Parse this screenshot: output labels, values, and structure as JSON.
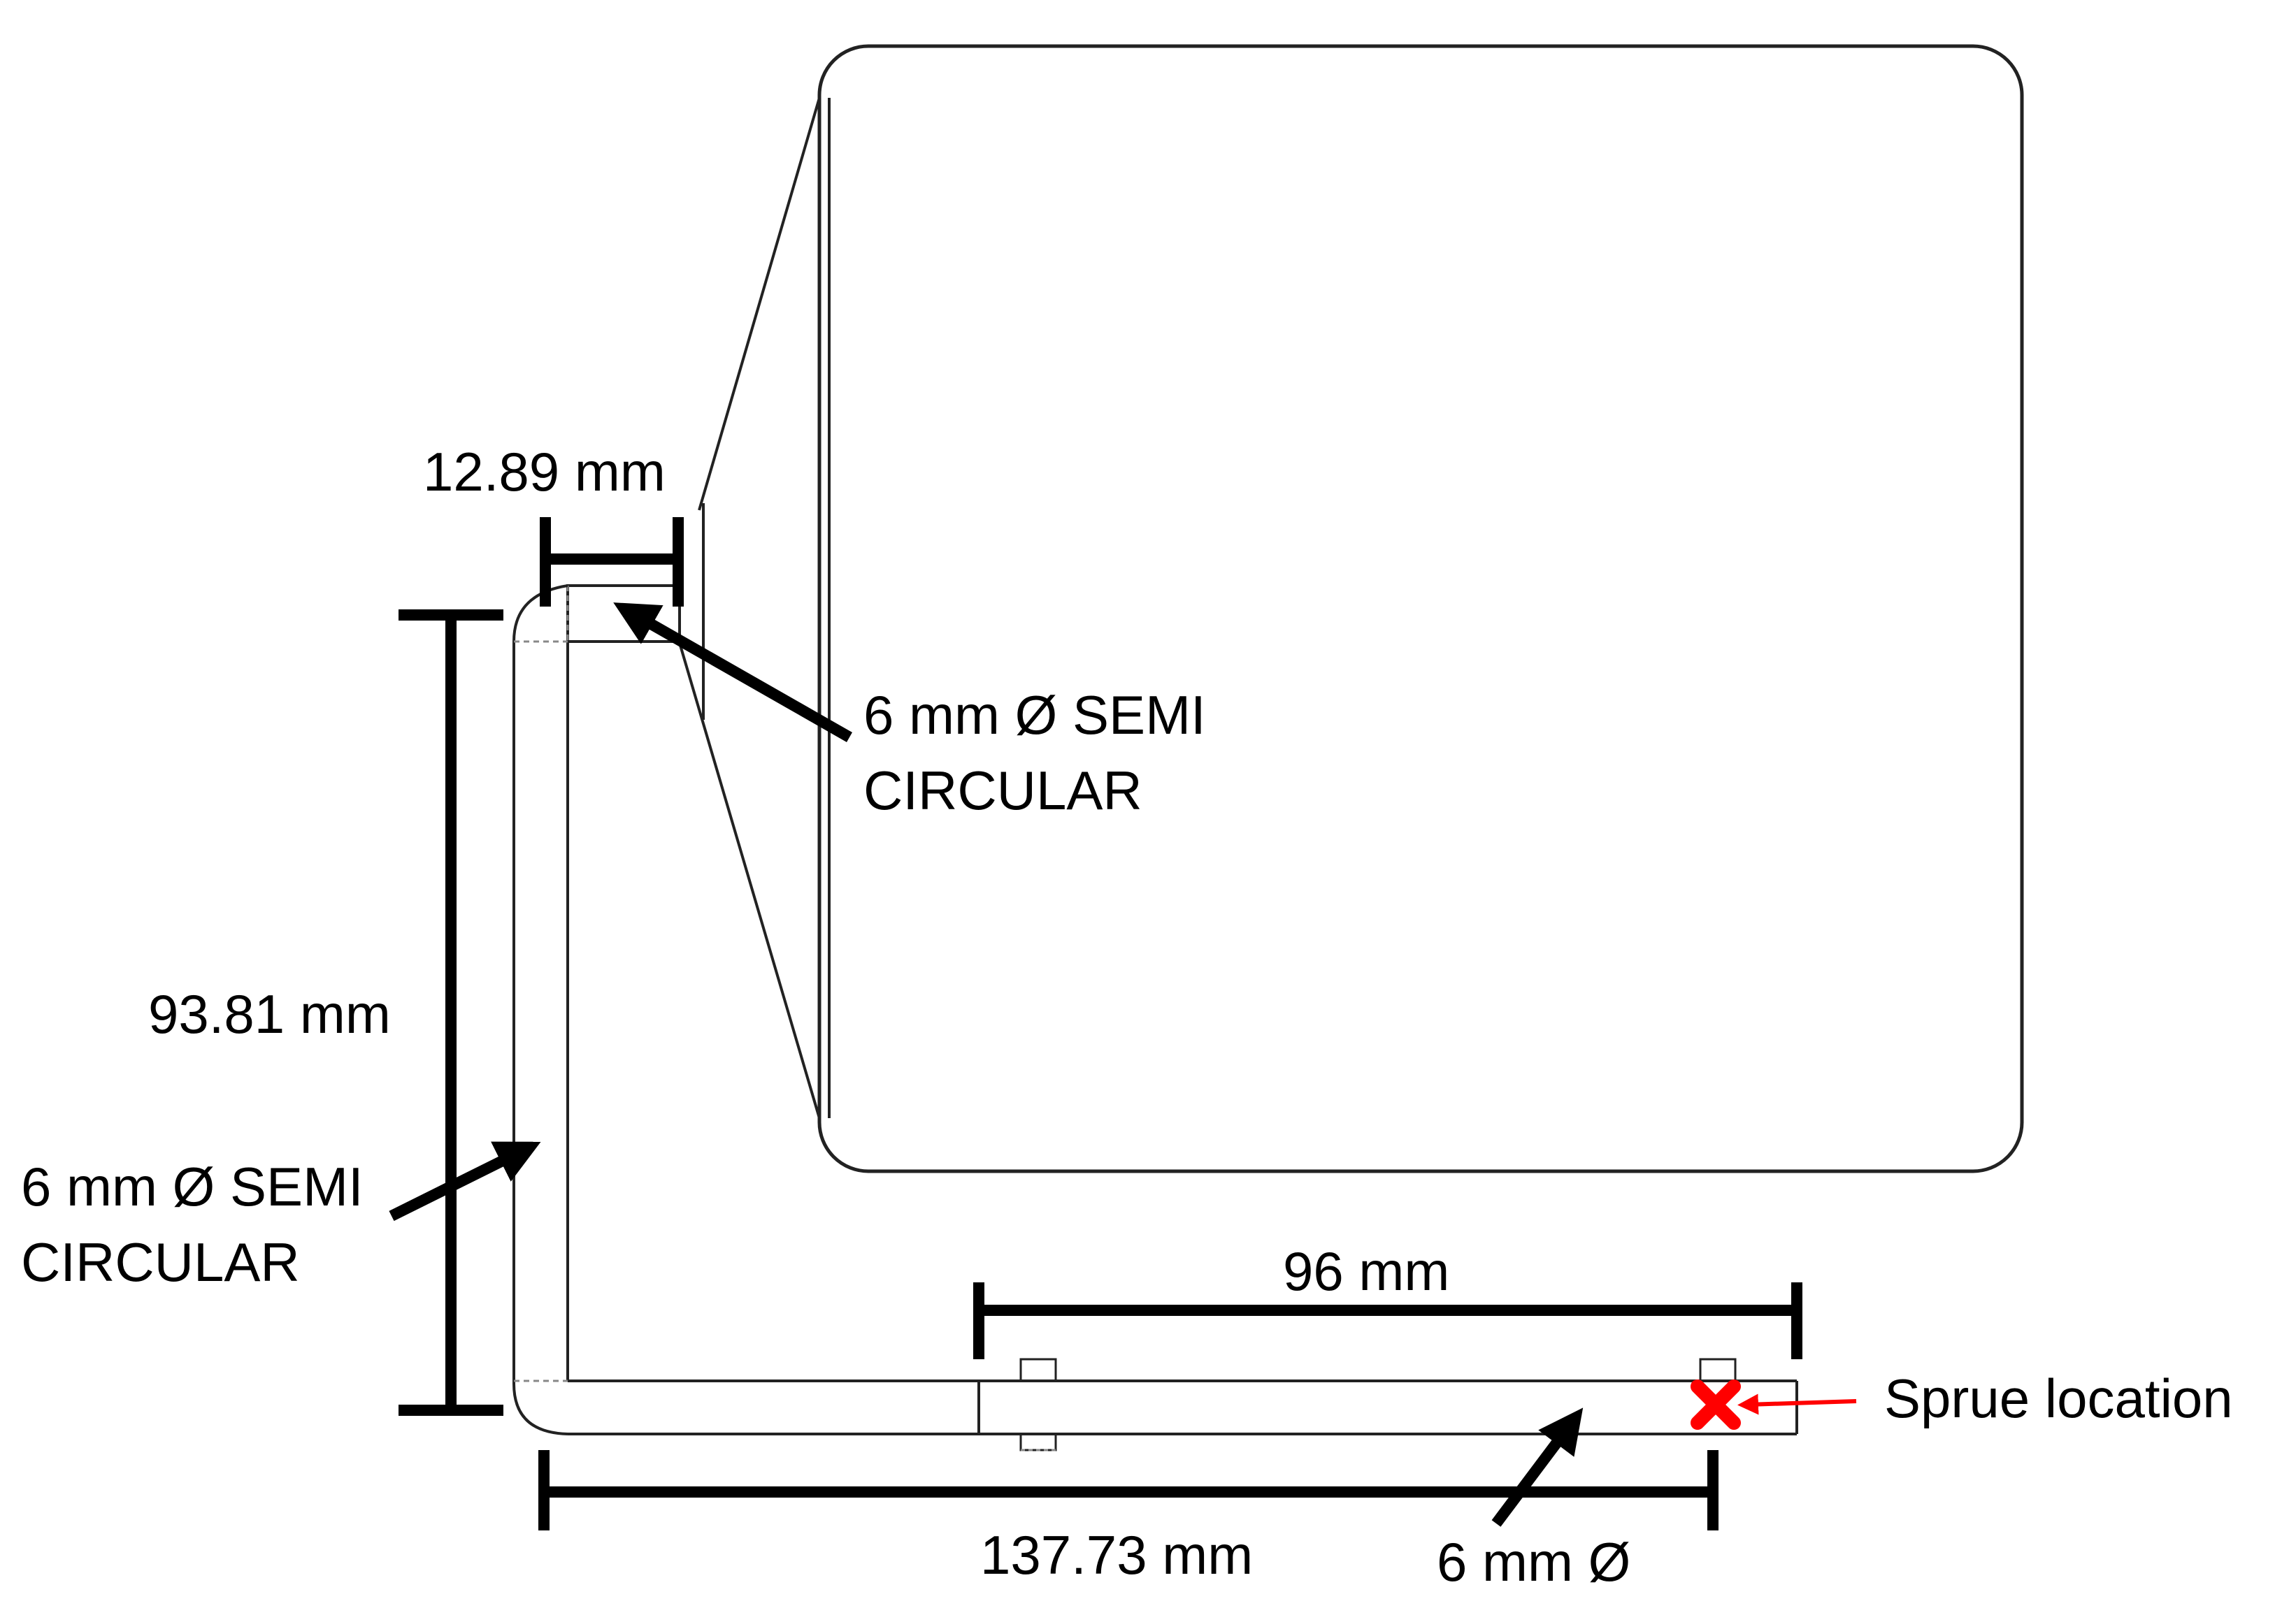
{
  "colors": {
    "ink": "#000000",
    "thin_line": "#222222",
    "dashed_line": "#888888",
    "sprue_marker": "#ff0000"
  },
  "icons": {
    "sprue_marker": "x-cross-icon"
  },
  "labels": {
    "dim_gate_width": "12.89 mm",
    "dim_vertical_runner": "93.81 mm",
    "dim_sprue_runner": "96 mm",
    "dim_horizontal_runner": "137.73 mm",
    "top_runner_line1": "6 mm Ø SEMI",
    "top_runner_line2": "CIRCULAR",
    "side_runner_line1": "6 mm Ø SEMI",
    "side_runner_line2": "CIRCULAR",
    "bottom_runner": "6 mm Ø",
    "sprue_location": "Sprue location"
  }
}
